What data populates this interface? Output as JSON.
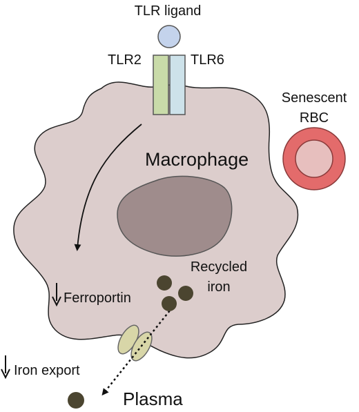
{
  "labels": {
    "tlr_ligand": "TLR ligand",
    "tlr2": "TLR2",
    "tlr6": "TLR6",
    "senescent": "Senescent",
    "rbc": "RBC",
    "macrophage": "Macrophage",
    "recycled": "Recycled",
    "iron": "iron",
    "ferroportin": "Ferroportin",
    "iron_export": "Iron export",
    "plasma": "Plasma"
  },
  "colors": {
    "cell_fill": "#dccdcc",
    "nucleus_fill": "#9f8c8c",
    "ligand_fill": "#c4d3ec",
    "tlr2_fill": "#c9dba9",
    "tlr6_fill": "#cde2ea",
    "rbc_outer": "#e36b6b",
    "rbc_inner": "#e7bfbe",
    "iron_particle": "#4b4530",
    "ferroportin_fill": "#d8d6a8"
  },
  "icons": {
    "down_arrow": "down-arrow-icon"
  }
}
